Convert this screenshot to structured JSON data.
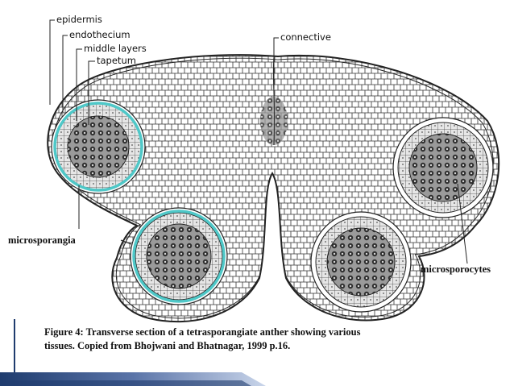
{
  "labels": {
    "epidermis": "epidermis",
    "endothecium": "endothecium",
    "middle_layers": "middle layers",
    "tapetum": "tapetum",
    "connective": "connective",
    "microsporangia": "microsporangia",
    "microsporocytes": "microsporocytes"
  },
  "caption": {
    "line1": "Figure 4: Transverse section of a tetrasporangiate anther showing various",
    "line2": "tissues. Copied from Bhojwani and Bhatnagar, 1999 p.16."
  },
  "colors": {
    "highlight_ring": "#4fc8c8",
    "slide_bar_dark": "#1f3c6e",
    "slide_bar_light": "#9fb3d4",
    "ink": "#222222",
    "sporogenous": "#4a4a4a"
  }
}
